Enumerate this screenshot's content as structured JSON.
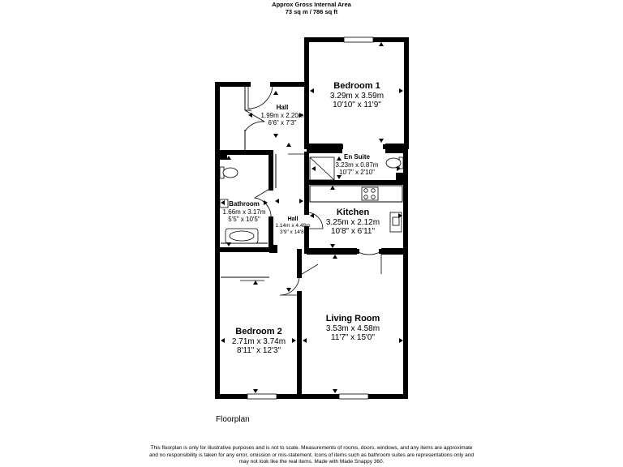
{
  "header": {
    "line1": "Approx Gross Internal Area",
    "line2": "73 sq m / 786 sq ft"
  },
  "rooms": {
    "bedroom1": {
      "name": "Bedroom 1",
      "metric": "3.29m x 3.59m",
      "imperial": "10'10\" x 11'9\""
    },
    "hall_upper": {
      "name": "Hall",
      "metric": "1.99m x 2.20m",
      "imperial": "6'6\" x 7'3\""
    },
    "en_suite": {
      "name": "En Suite",
      "metric": "3.23m x 0.87m",
      "imperial": "10'7\" x 2'10\""
    },
    "bathroom": {
      "name": "Bathroom",
      "metric": "1.66m x 3.17m",
      "imperial": "5'5\" x 10'5\""
    },
    "hall_lower": {
      "name": "Hall",
      "metric": "1.14m x 4.48m",
      "imperial": "3'9\" x 14'8\""
    },
    "kitchen": {
      "name": "Kitchen",
      "metric": "3.25m x 2.12m",
      "imperial": "10'8\" x 6'11\""
    },
    "bedroom2": {
      "name": "Bedroom 2",
      "metric": "2.71m x 3.74m",
      "imperial": "8'11\" x 12'3\""
    },
    "living": {
      "name": "Living Room",
      "metric": "3.53m x 4.58m",
      "imperial": "11'7\" x 15'0\""
    }
  },
  "caption": "Floorplan",
  "disclaimer": {
    "line1": "This floorplan is only for illustrative purposes and is not to scale. Measurements of rooms, doors, windows, and any items are approximate",
    "line2": "and no responsibility is taken for any error, omission or mis-statement. Icons of items such as bathroom suites are representations only and",
    "line3": "may not look like the real items. Made with Made Snappy 360."
  }
}
